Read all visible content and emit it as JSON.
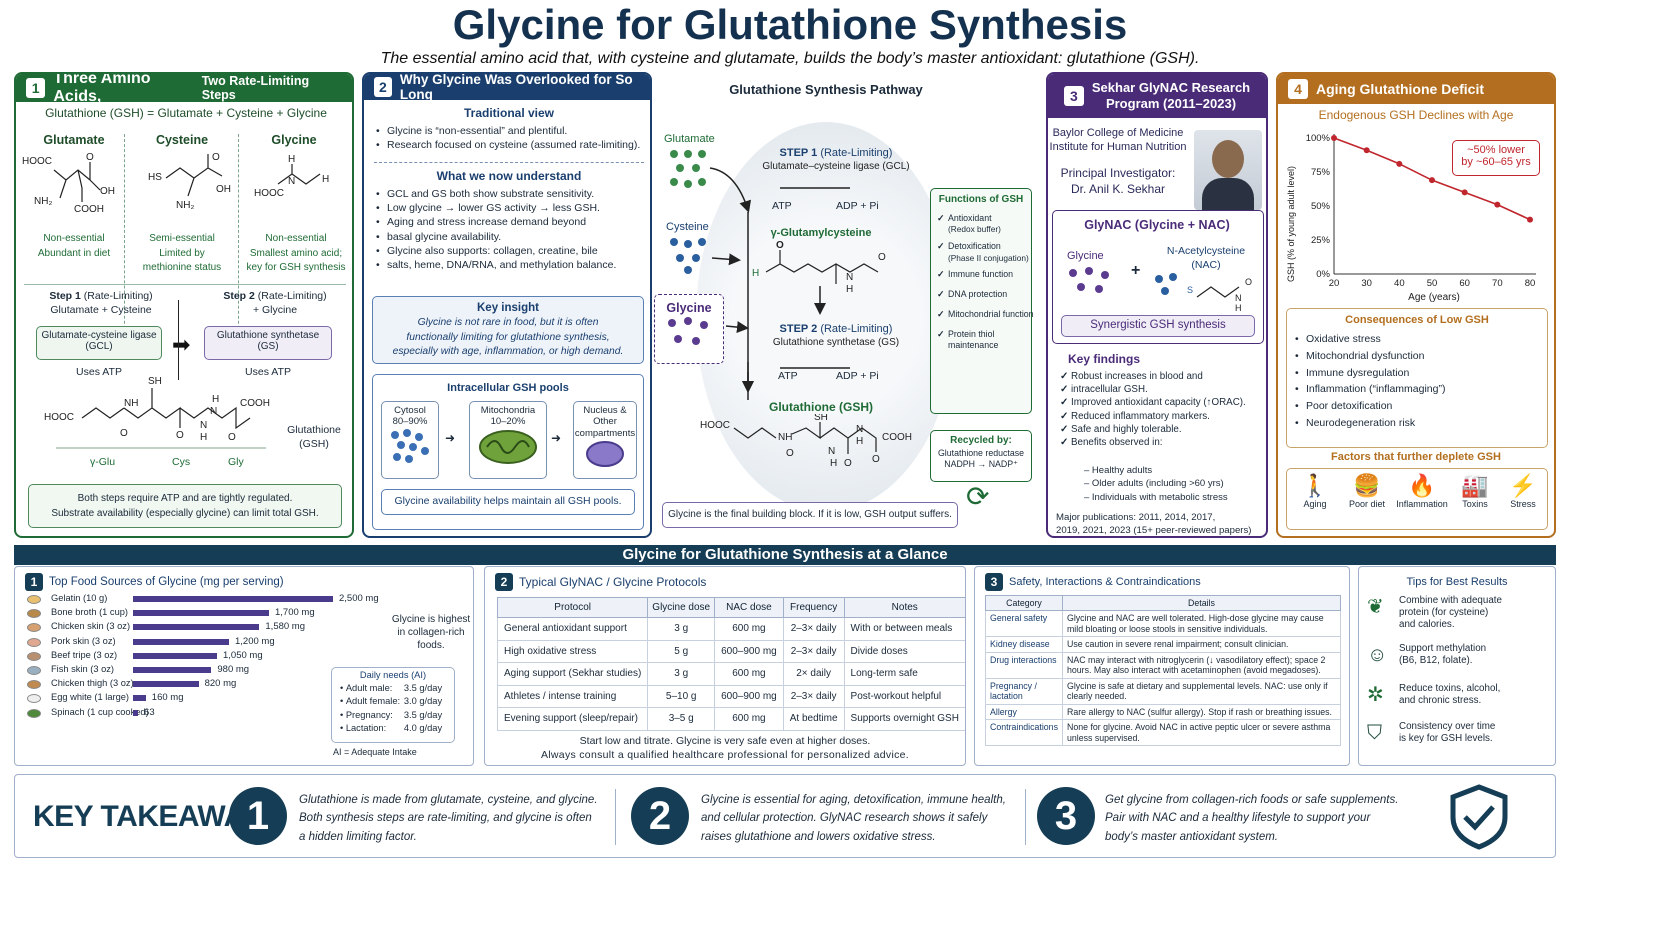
{
  "title": "Glycine for Glutathione Synthesis",
  "subtitle": "The essential amino acid that, with cysteine and glutamate, builds the body’s master antioxidant: glutathione (GSH).",
  "colors": {
    "green": "#1f6b35",
    "blue": "#1a3f6e",
    "purple": "#4a2b78",
    "gold": "#b36f1f",
    "navy": "#153e56"
  },
  "p1": {
    "num": "1",
    "title_a": "Three Amino Acids,",
    "title_b": "Two Rate-Limiting Steps",
    "equation": "Glutathione (GSH) = Glutamate + Cysteine + Glycine",
    "acids": [
      {
        "name": "Glutamate",
        "atoms": [
          "HOOC",
          "O",
          "OH",
          "NH₂",
          "COOH"
        ],
        "l1": "Non-essential",
        "l2": "Abundant in diet"
      },
      {
        "name": "Cysteine",
        "atoms": [
          "HS",
          "O",
          "OH",
          "NH₂"
        ],
        "l1": "Semi-essential",
        "l2": "Limited by",
        "l3": "methionine status"
      },
      {
        "name": "Glycine",
        "atoms": [
          "H",
          "N",
          "HOOC",
          "H"
        ],
        "l1": "Non-essential",
        "l2": "Smallest amino acid;",
        "l3": "key for GSH synthesis"
      }
    ],
    "step1": {
      "a": "Step 1",
      "b": "(Rate-Limiting)",
      "c": "Glutamate + Cysteine",
      "enzyme1": "Glutamate-cysteine ligase",
      "enzyme2": "(GCL)",
      "atp": "Uses ATP"
    },
    "step2": {
      "a": "Step 2",
      "b": "(Rate-Limiting)",
      "c": "+ Glycine",
      "enzyme1": "Glutathione synthetase",
      "enzyme2": "(GS)",
      "atp": "Uses ATP"
    },
    "gsh_atoms": [
      "SH",
      "HOOC",
      "NH",
      "O",
      "O",
      "H",
      "N",
      "COOH",
      "N",
      "H",
      "O"
    ],
    "gsh_label1": "Glutathione",
    "gsh_label2": "(GSH)",
    "segments": [
      "γ-Glu",
      "Cys",
      "Gly"
    ],
    "note1": "Both steps require ATP and are tightly regulated.",
    "note2": "Substrate availability (especially glycine) can limit total GSH."
  },
  "p2": {
    "num": "2",
    "title": "Why Glycine Was Overlooked for So Long",
    "trad_h": "Traditional view",
    "trad": [
      "Glycine is “non-essential” and plentiful.",
      "Research focused on cysteine (assumed rate-limiting)."
    ],
    "now_h": "What we now understand",
    "now": [
      "GCL and GS both show substrate sensitivity.",
      "Low glycine → lower GS activity → less GSH.",
      "Aging and stress increase demand beyond",
      "basal glycine availability.",
      "Glycine also supports: collagen, creatine, bile",
      "salts, heme, DNA/RNA, and methylation balance."
    ],
    "insight_h": "Key insight",
    "insight": [
      "Glycine is not rare in food, but it is often",
      "functionally limiting for glutathione synthesis,",
      "especially with age, inflammation, or high demand."
    ],
    "pools_h": "Intracellular GSH pools",
    "pools": [
      {
        "a": "Cytosol",
        "b": "80–90%"
      },
      {
        "a": "Mitochondria",
        "b": "10–20%"
      },
      {
        "a": "Nucleus &",
        "b": "Other",
        "c": "compartments"
      }
    ],
    "pools_note": "Glycine availability helps maintain all GSH pools."
  },
  "path": {
    "title": "Glutathione Synthesis Pathway",
    "glutamate": "Glutamate",
    "cysteine": "Cysteine",
    "glycine": "Glycine",
    "s1a": "STEP 1",
    "s1b": "(Rate-Limiting)",
    "s1c": "Glutamate–cysteine ligase (GCL)",
    "atp": "ATP",
    "adp": "ADP + Pi",
    "inter": "γ-Glutamylcysteine",
    "inter_atoms": [
      "O",
      "H",
      "O",
      "N",
      "H"
    ],
    "s2a": "STEP 2",
    "s2b": "(Rate-Limiting)",
    "s2c": "Glutathione synthetase (GS)",
    "gsh": "Glutathione (GSH)",
    "gsh_atoms": [
      "HOOC",
      "NH",
      "SH",
      "O",
      "N",
      "H",
      "COOH",
      "O",
      "N",
      "H",
      "O"
    ],
    "func_h": "Functions of GSH",
    "funcs": [
      [
        "Antioxidant",
        "(Redox buffer)"
      ],
      [
        "Detoxification",
        "(Phase II conjugation)"
      ],
      [
        "Immune function"
      ],
      [
        "DNA protection"
      ],
      [
        "Mitochondrial function"
      ],
      [
        "Protein thiol",
        "maintenance"
      ]
    ],
    "rec_h": "Recycled by:",
    "rec1": "Glutathione reductase",
    "rec2": "NADPH → NADP⁺",
    "note": "Glycine is the final building block. If it is low, GSH output suffers."
  },
  "p3": {
    "num": "3",
    "title1": "Sekhar GlyNAC Research",
    "title2": "Program (2011–2023)",
    "inst1": "Baylor College of Medicine",
    "inst2": "Institute for Human Nutrition",
    "pi1": "Principal Investigator:",
    "pi2": "Dr. Anil K. Sekhar",
    "glynac_h": "GlyNAC (Glycine + NAC)",
    "gly": "Glycine",
    "nac1": "N-Acetylcysteine",
    "nac2": "(NAC)",
    "nac_atoms": [
      "S",
      "O",
      "N",
      "H"
    ],
    "plus": "+",
    "syn": "Synergistic GSH synthesis",
    "kf_h": "Key findings",
    "kf": [
      "Robust increases in blood and",
      "intracellular GSH.",
      "Improved antioxidant capacity (↑ORAC).",
      "Reduced inflammatory markers.",
      "Safe and highly tolerable.",
      "Benefits observed in:"
    ],
    "sub": [
      "– Healthy adults",
      "– Older adults (including >60 yrs)",
      "– Individuals with metabolic stress"
    ],
    "pubs1": "Major publications: 2011, 2014, 2017,",
    "pubs2": "2019, 2021, 2023 (15+ peer-reviewed papers)"
  },
  "p4": {
    "num": "4",
    "title": "Aging Glutathione Deficit",
    "chart_title": "Endogenous GSH Declines with Age",
    "callout1": "~50% lower",
    "callout2": "by ~60–65 yrs",
    "ylabel": "GSH (% of young adult level)",
    "xlabel": "Age (years)",
    "cons_h": "Consequences of Low GSH",
    "cons": [
      "Oxidative stress",
      "Mitochondrial dysfunction",
      "Immune dysregulation",
      "Inflammation (“inflammaging”)",
      "Poor detoxification",
      "Neurodegeneration risk"
    ],
    "dep_h": "Factors that further deplete GSH",
    "dep": [
      "Aging",
      "Poor diet",
      "Inflammation",
      "Toxins",
      "Stress"
    ]
  },
  "chart_data": {
    "type": "line",
    "title": "Endogenous GSH Declines with Age",
    "xlabel": "Age (years)",
    "ylabel": "GSH (% of young adult level)",
    "x": [
      20,
      30,
      40,
      50,
      60,
      70,
      80
    ],
    "y": [
      100,
      91,
      81,
      69,
      60,
      51,
      40
    ],
    "xlim": [
      20,
      80
    ],
    "ylim": [
      0,
      100
    ],
    "xticks": [
      "20",
      "30",
      "40",
      "50",
      "60",
      "70",
      "80"
    ],
    "yticks": [
      "0%",
      "25%",
      "50%",
      "75%",
      "100%"
    ],
    "grid": false,
    "color": "#c0262d"
  },
  "band": {
    "title": "Glycine for Glutathione Synthesis at a Glance"
  },
  "food": {
    "num": "1",
    "title": "Top Food Sources of Glycine (mg per serving)",
    "items": [
      {
        "name": "Gelatin (10 g)",
        "value": 2500,
        "label": "2,500 mg"
      },
      {
        "name": "Bone broth (1 cup)",
        "value": 1700,
        "label": "1,700 mg"
      },
      {
        "name": "Chicken skin (3 oz)",
        "value": 1580,
        "label": "1,580 mg"
      },
      {
        "name": "Pork skin (3 oz)",
        "value": 1200,
        "label": "1,200 mg"
      },
      {
        "name": "Beef tripe (3 oz)",
        "value": 1050,
        "label": "1,050 mg"
      },
      {
        "name": "Fish skin (3 oz)",
        "value": 980,
        "label": "980 mg"
      },
      {
        "name": "Chicken thigh (3 oz)",
        "value": 820,
        "label": "820 mg"
      },
      {
        "name": "Egg white (1 large)",
        "value": 160,
        "label": "160 mg"
      },
      {
        "name": "Spinach (1 cup cooked)",
        "value": 63,
        "label": "63"
      }
    ],
    "highest1": "Glycine is highest",
    "highest2": "in collagen-rich",
    "highest3": "foods.",
    "daily_h": "Daily needs (AI)",
    "daily": [
      [
        "Adult male:",
        "3.5 g/day"
      ],
      [
        "Adult female:",
        "3.0 g/day"
      ],
      [
        "Pregnancy:",
        "3.5 g/day"
      ],
      [
        "Lactation:",
        "4.0 g/day"
      ]
    ],
    "ai": "AI = Adequate Intake"
  },
  "proto": {
    "num": "2",
    "title": "Typical GlyNAC / Glycine Protocols",
    "headers": [
      "Protocol",
      "Glycine dose",
      "NAC dose",
      "Frequency",
      "Notes"
    ],
    "rows": [
      [
        "General antioxidant support",
        "3 g",
        "600 mg",
        "2–3× daily",
        "With or between meals"
      ],
      [
        "High oxidative stress",
        "5 g",
        "600–900 mg",
        "2–3× daily",
        "Divide doses"
      ],
      [
        "Aging support (Sekhar studies)",
        "3 g",
        "600 mg",
        "2× daily",
        "Long-term safe"
      ],
      [
        "Athletes / intense training",
        "5–10 g",
        "600–900 mg",
        "2–3× daily",
        "Post-workout helpful"
      ],
      [
        "Evening support (sleep/repair)",
        "3–5 g",
        "600 mg",
        "At bedtime",
        "Supports overnight GSH"
      ]
    ],
    "note1": "Start low and titrate. Glycine is very safe even at higher doses.",
    "note2": "Always consult a qualified healthcare professional for personalized advice."
  },
  "safety": {
    "num": "3",
    "title": "Safety, Interactions & Contraindications",
    "headers": [
      "Category",
      "Details"
    ],
    "rows": [
      [
        "General safety",
        "Glycine and NAC are well tolerated. High-dose glycine may cause mild bloating or loose stools in sensitive individuals."
      ],
      [
        "Kidney disease",
        "Use caution in severe renal impairment; consult clinician."
      ],
      [
        "Drug interactions",
        "NAC may interact with nitroglycerin (↓ vasodilatory effect); space 2 hours. May also interact with acetaminophen (avoid megadoses)."
      ],
      [
        "Pregnancy / lactation",
        "Glycine is safe at dietary and supplemental levels. NAC: use only if clearly needed."
      ],
      [
        "Allergy",
        "Rare allergy to NAC (sulfur allergy). Stop if rash or breathing issues."
      ],
      [
        "Contraindications",
        "None for glycine. Avoid NAC in active peptic ulcer or severe asthma unless supervised."
      ]
    ]
  },
  "tips": {
    "title": "Tips for Best Results",
    "items": [
      {
        "l1": "Combine with adequate",
        "l2": "protein (for cysteine)",
        "l3": "and calories."
      },
      {
        "l1": "Support methylation",
        "l2": "(B6, B12, folate)."
      },
      {
        "l1": "Reduce toxins, alcohol,",
        "l2": "and chronic stress."
      },
      {
        "l1": "Consistency over time",
        "l2": "is key for GSH levels."
      }
    ]
  },
  "take": {
    "title": "KEY TAKEAWAYS",
    "items": [
      {
        "n": "1",
        "l1": "Glutathione is made from glutamate, cysteine, and glycine.",
        "l2": "Both synthesis steps are rate-limiting, and glycine is often",
        "l3": "a hidden limiting factor."
      },
      {
        "n": "2",
        "l1": "Glycine is essential for aging, detoxification, immune health,",
        "l2": "and cellular protection. GlyNAC research shows it safely",
        "l3": "raises glutathione and lowers oxidative stress."
      },
      {
        "n": "3",
        "l1": "Get glycine from collagen-rich foods or safe supplements.",
        "l2": "Pair with NAC and a healthy lifestyle to support your",
        "l3": "body’s master antioxidant system."
      }
    ]
  }
}
